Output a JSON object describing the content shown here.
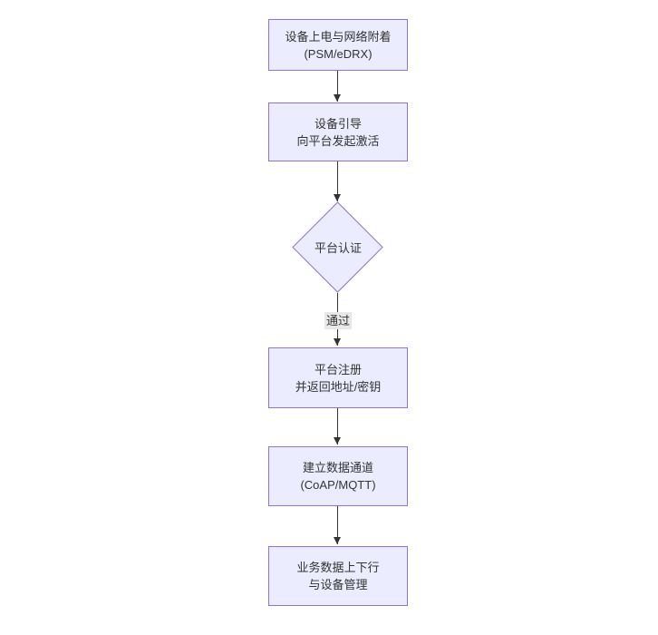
{
  "diagram": {
    "nodes": [
      {
        "shape": "rect",
        "lines": [
          "设备上电与网络附着",
          "(PSM/eDRX)"
        ]
      },
      {
        "shape": "rect",
        "lines": [
          "设备引导",
          "向平台发起激活"
        ]
      },
      {
        "shape": "diamond",
        "lines": [
          "平台认证"
        ]
      },
      {
        "shape": "rect",
        "lines": [
          "平台注册",
          "并返回地址/密钥"
        ]
      },
      {
        "shape": "rect",
        "lines": [
          "建立数据通道",
          "(CoAP/MQTT)"
        ]
      },
      {
        "shape": "rect",
        "lines": [
          "业务数据上下行",
          "与设备管理"
        ]
      }
    ],
    "edges": [
      {
        "from": 0,
        "to": 1
      },
      {
        "from": 1,
        "to": 2
      },
      {
        "from": 2,
        "to": 3,
        "label": "通过"
      },
      {
        "from": 3,
        "to": 4
      },
      {
        "from": 4,
        "to": 5
      }
    ],
    "colors": {
      "background": "#ffffff",
      "node_fill": "#ECECFF",
      "node_border": "#9370DB",
      "line": "#333333",
      "text": "#333333",
      "edge_label_bg": "#e8e8e8"
    }
  }
}
